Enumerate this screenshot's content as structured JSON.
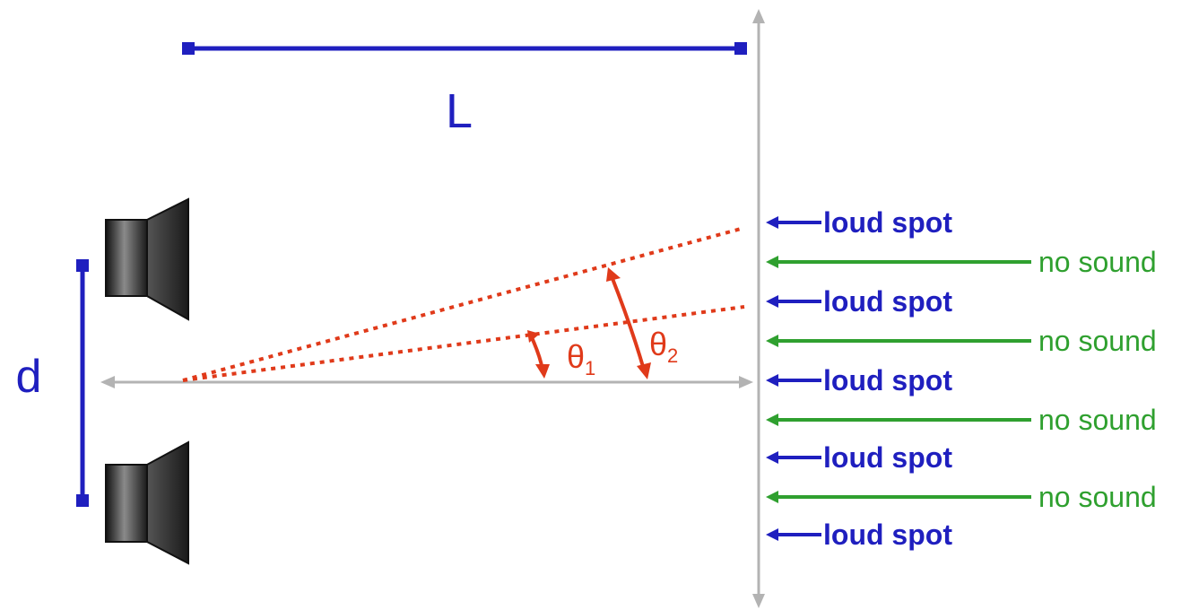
{
  "labels": {
    "length": "L",
    "separation": "d",
    "theta1_base": "θ",
    "theta1_sub": "1",
    "theta2_base": "θ",
    "theta2_sub": "2"
  },
  "spots": [
    {
      "text": "loud spot",
      "kind": "loud"
    },
    {
      "text": "no sound",
      "kind": "none"
    },
    {
      "text": "loud spot",
      "kind": "loud"
    },
    {
      "text": "no sound",
      "kind": "none"
    },
    {
      "text": "loud spot",
      "kind": "loud"
    },
    {
      "text": "no sound",
      "kind": "none"
    },
    {
      "text": "loud spot",
      "kind": "loud"
    },
    {
      "text": "no sound",
      "kind": "none"
    },
    {
      "text": "loud spot",
      "kind": "loud"
    }
  ],
  "colors": {
    "loud": "#1f1fbf",
    "none": "#2fa02f",
    "angle": "#e03a1a",
    "axis": "#b3b3b3",
    "dimension": "#1f1fbf",
    "speaker": "#2a2a2a"
  }
}
